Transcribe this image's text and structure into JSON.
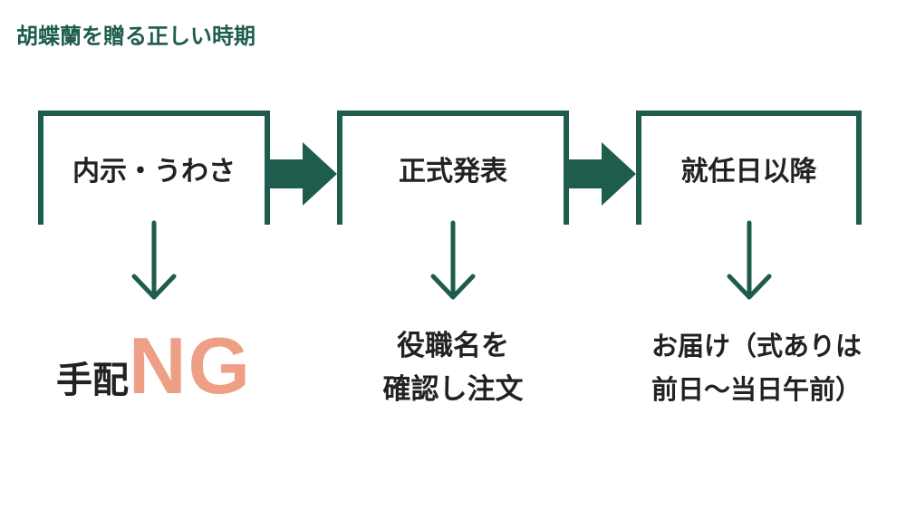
{
  "title": "胡蝶蘭を贈る正しい時期",
  "colors": {
    "accent": "#1e5c4e",
    "highlight": "#ee9f86",
    "text": "#222222"
  },
  "stages": [
    {
      "label": "内示・うわさ",
      "outcome": [
        "手配",
        "NG"
      ]
    },
    {
      "label": "正式発表",
      "outcome": [
        "役職名を",
        "確認し注文"
      ]
    },
    {
      "label": "就任日以降",
      "outcome": [
        "お届け（式ありは",
        "前日〜当日午前）"
      ]
    }
  ]
}
